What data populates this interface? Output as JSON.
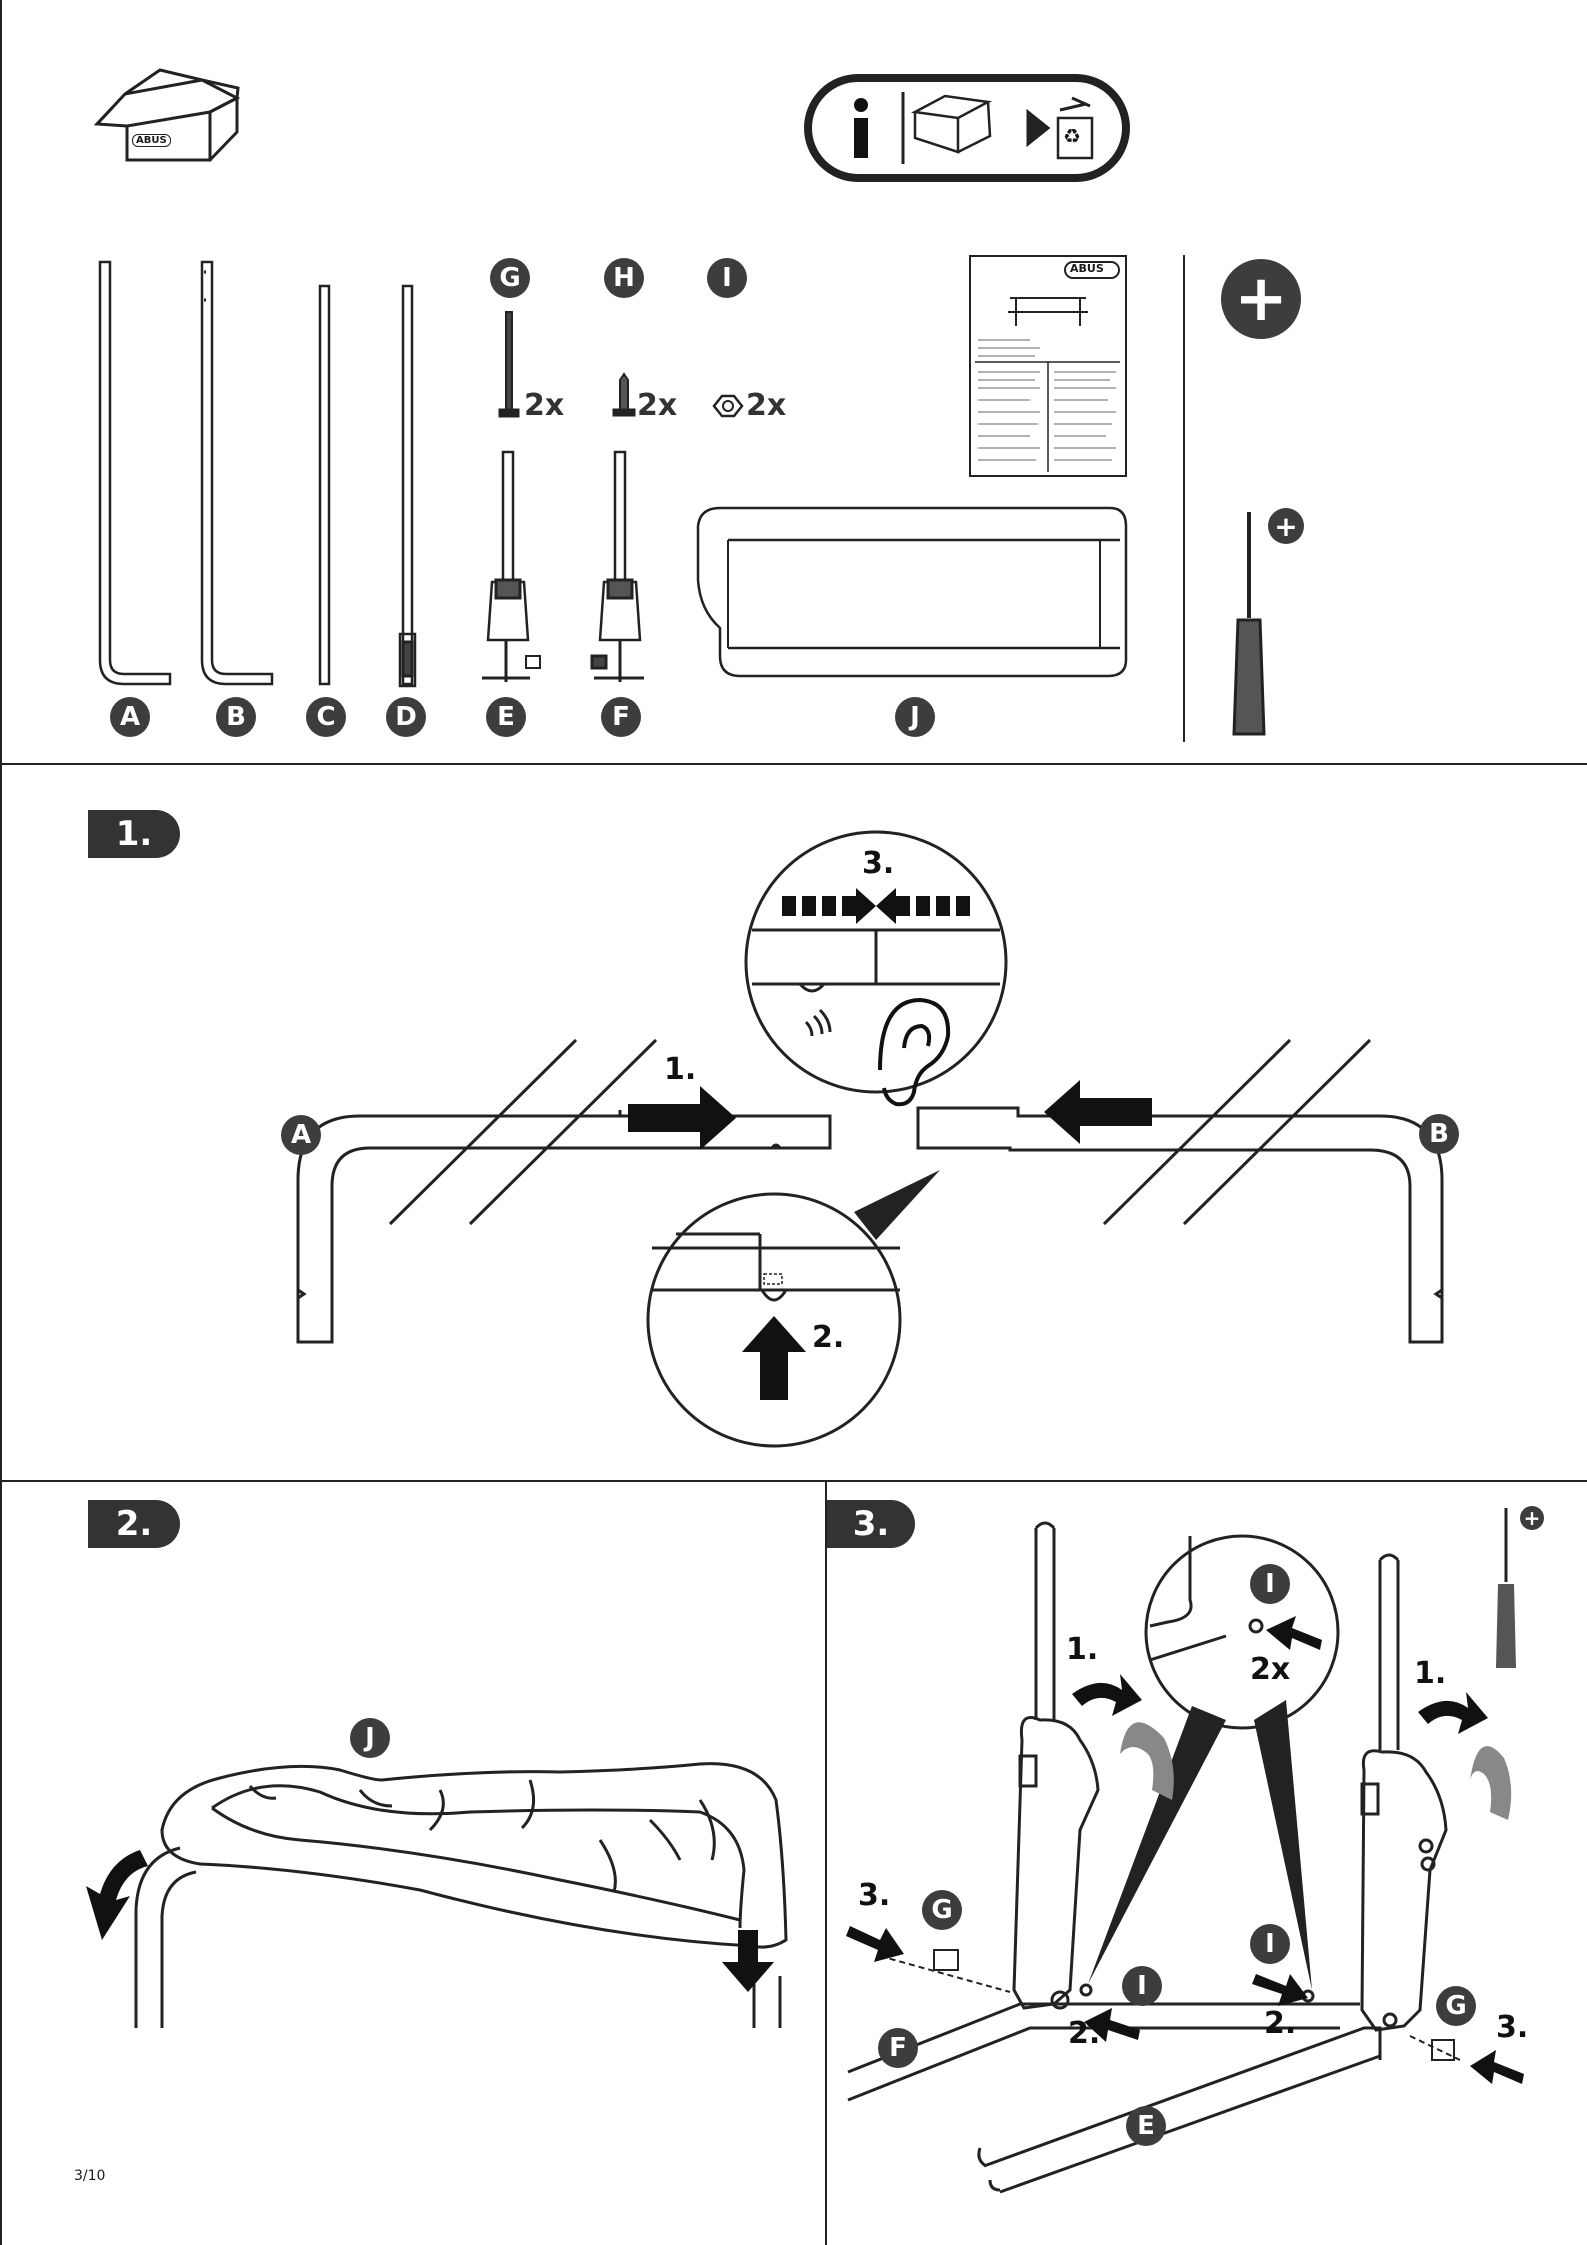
{
  "parts": {
    "labels": [
      "A",
      "B",
      "C",
      "D",
      "E",
      "F",
      "J"
    ],
    "hardware": [
      {
        "label": "G",
        "qty": "2x"
      },
      {
        "label": "H",
        "qty": "2x"
      },
      {
        "label": "I",
        "qty": "2x"
      }
    ],
    "manual_brand": "ABUS",
    "box_brand": "ABUS"
  },
  "steps": {
    "s1": {
      "number": "1.",
      "label_left": "A",
      "label_right": "B",
      "sub1": "1.",
      "sub2": "2.",
      "sub3": "3."
    },
    "s2": {
      "number": "2.",
      "label": "J"
    },
    "s3": {
      "number": "3.",
      "sub1_left": "1.",
      "sub1_right": "1.",
      "label_I_top": "I",
      "qty_I": "2x",
      "label_G_left": "G",
      "label_G_right": "G",
      "label_I_left": "I",
      "label_I_right": "I",
      "sub2_left": "2.",
      "sub2_right": "2.",
      "sub3_left": "3.",
      "sub3_right": "3.",
      "label_F": "F",
      "label_E": "E"
    }
  },
  "footer": {
    "page": "3/10"
  },
  "icons": [
    "box-icon",
    "info-icon",
    "recycle-icon",
    "plus-icon",
    "screwdriver-icon",
    "ear-icon"
  ],
  "colors": {
    "badge": "#3d3d3d",
    "line": "#222222"
  }
}
